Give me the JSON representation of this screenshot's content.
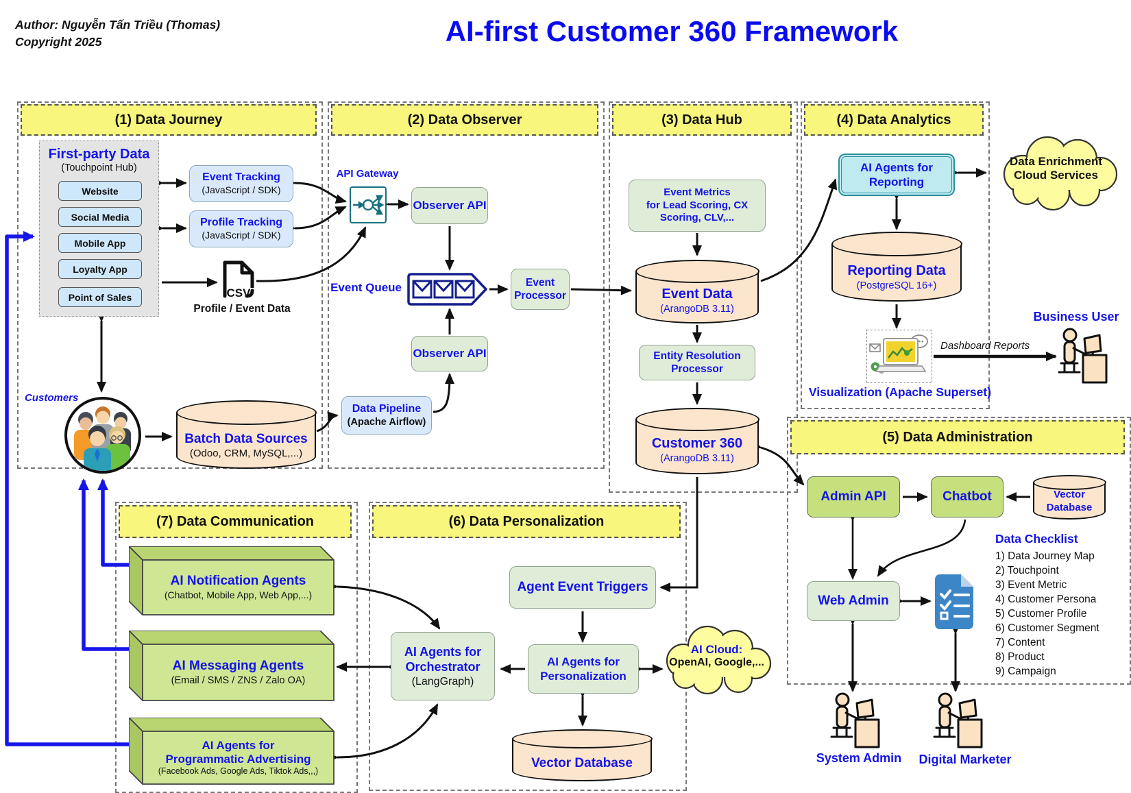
{
  "page": {
    "author_line1": "Author: Nguyễn Tấn Triều (Thomas)",
    "author_line2": "Copyright 2025",
    "title": "AI-first Customer 360 Framework"
  },
  "colors": {
    "title_blue": "#0b0bf0",
    "label_blue": "#1414e6",
    "header_yellow": "#f8f67d",
    "green_box": "#dfecd8",
    "agent_green": "#c6e07e",
    "peach_cylinder": "#fce5cd",
    "light_blue_box": "#d9e9fb",
    "cyan_box": "#bfeaf0",
    "cloud_yellow": "#fdfc9e",
    "connector_blue": "#1616e8"
  },
  "journey": {
    "title": "(1) Data Journey",
    "firstparty": {
      "title": "First-party Data",
      "subtitle": "(Touchpoint Hub)",
      "items": [
        "Website",
        "Social Media",
        "Mobile App",
        "Loyalty App",
        "Point of Sales"
      ]
    },
    "event_tracking": {
      "title": "Event Tracking",
      "subtitle": "(JavaScript / SDK)"
    },
    "profile_tracking": {
      "title": "Profile Tracking",
      "subtitle": "(JavaScript / SDK)"
    },
    "csv": {
      "label": "CSV",
      "caption": "Profile / Event Data"
    },
    "customers_label": "Customers",
    "batch": {
      "title": "Batch Data Sources",
      "subtitle": "(Odoo, CRM, MySQL,...)"
    }
  },
  "observer": {
    "title": "(2) Data Observer",
    "api_gateway": "API Gateway",
    "observer_api_top": "Observer API",
    "event_queue": "Event Queue",
    "event_processor": {
      "line1": "Event",
      "line2": "Processor"
    },
    "observer_api_bottom": "Observer API",
    "pipeline": {
      "title": "Data Pipeline",
      "subtitle": "(Apache Airflow)"
    }
  },
  "hub": {
    "title": "(3) Data Hub",
    "event_metrics": {
      "line1": "Event Metrics",
      "line2": "for Lead Scoring, CX",
      "line3": "Scoring, CLV,..."
    },
    "event_data": {
      "title": "Event Data",
      "subtitle": "(ArangoDB 3.11)"
    },
    "entity_resolution": {
      "line1": "Entity Resolution",
      "line2": "Processor"
    },
    "customer360": {
      "title": "Customer 360",
      "subtitle": "(ArangoDB 3.11)"
    }
  },
  "analytics": {
    "title": "(4) Data Analytics",
    "reporting_agents": {
      "line1": "AI Agents for",
      "line2": "Reporting"
    },
    "enrichment_cloud": {
      "line1": "Data Enrichment",
      "line2": "Cloud Services"
    },
    "reporting_data": {
      "title": "Reporting Data",
      "subtitle": "(PostgreSQL 16+)"
    },
    "visualization": "Visualization (Apache Superset)",
    "dashboard_reports": "Dashboard Reports",
    "business_user": "Business User"
  },
  "admin": {
    "title": "(5) Data Administration",
    "admin_api": "Admin API",
    "chatbot": "Chatbot",
    "vector_db": {
      "line1": "Vector",
      "line2": "Database"
    },
    "checklist": {
      "title": "Data Checklist",
      "items": [
        "1) Data Journey Map",
        "2) Touchpoint",
        "3) Event Metric",
        "4) Customer Persona",
        "5) Customer Profile",
        "6) Customer Segment",
        "7) Content",
        "8) Product",
        "9) Campaign"
      ]
    },
    "web_admin": "Web Admin",
    "system_admin": "System Admin",
    "digital_marketer": "Digital Marketer"
  },
  "personalization": {
    "title": "(6) Data Personalization",
    "triggers": "Agent Event Triggers",
    "orchestrator": {
      "line1": "AI Agents for",
      "line2": "Orchestrator",
      "subtitle": "(LangGraph)"
    },
    "agents": {
      "line1": "AI Agents for",
      "line2": "Personalization"
    },
    "vector_db": "Vector Database",
    "ai_cloud": {
      "line1": "AI Cloud:",
      "line2": "OpenAI, Google,..."
    }
  },
  "communication": {
    "title": "(7) Data Communication",
    "notification": {
      "title": "AI Notification Agents",
      "subtitle": "(Chatbot, Mobile App, Web App,...)"
    },
    "messaging": {
      "title": "AI Messaging Agents",
      "subtitle": "(Email / SMS / ZNS / Zalo OA)"
    },
    "advertising": {
      "line1": "AI Agents for",
      "line2": "Programmatic Advertising",
      "subtitle": "(Facebook Ads, Google Ads, Tiktok Ads,,,)"
    }
  }
}
